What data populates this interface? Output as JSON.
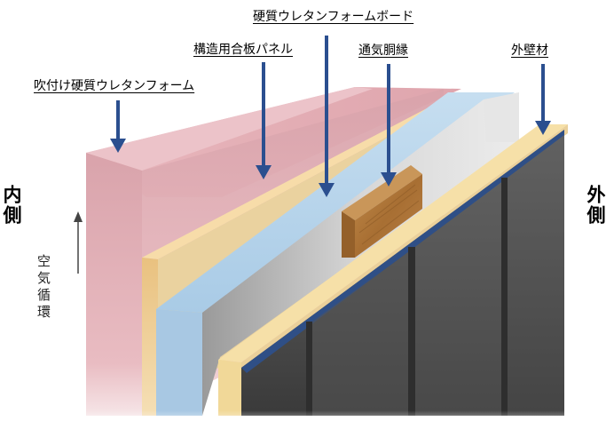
{
  "labels": {
    "spray_foam": "吹付け硬質ウレタンフォーム",
    "structural_panel": "構造用合板パネル",
    "foam_board": "硬質ウレタンフォームボード",
    "vent_furring": "通気胴縁",
    "exterior_cladding": "外壁材"
  },
  "sides": {
    "inside": "内側",
    "outside": "外側"
  },
  "air_circulation": "空気循環",
  "colors": {
    "arrow": "#2b4f8f",
    "spray_foam": "#e8b5bc",
    "plywood": "#f0c892",
    "foam_board": "#b9d8f0",
    "furring": "#b07a3e",
    "sheathing": "#f6e3b0",
    "cladding": "#4a4a4a"
  }
}
